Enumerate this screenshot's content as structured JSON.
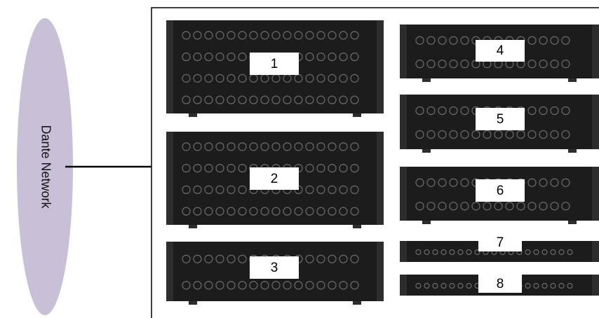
{
  "network": {
    "label": "Dante Network",
    "fill_color": "#c9bfd6"
  },
  "devices": [
    {
      "number": "1"
    },
    {
      "number": "2"
    },
    {
      "number": "3"
    },
    {
      "number": "4"
    },
    {
      "number": "5"
    },
    {
      "number": "6"
    },
    {
      "number": "7"
    },
    {
      "number": "8"
    }
  ],
  "colors": {
    "rack_body": "#2d2d2d",
    "rack_face": "#1c1c1c",
    "jack": "#6b6b6b",
    "line": "#000000"
  }
}
